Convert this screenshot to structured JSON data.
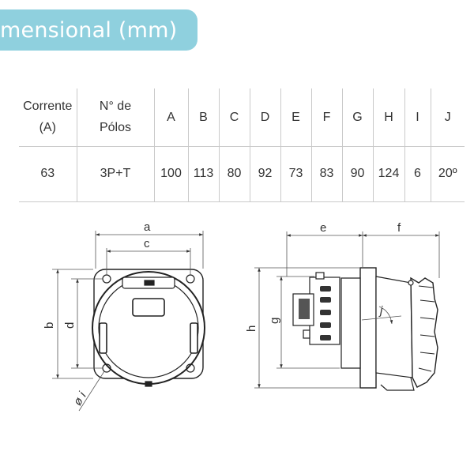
{
  "banner": {
    "title": "mensional (mm)"
  },
  "table": {
    "headers": [
      "Corrente (A)",
      "N° de Pólos",
      "A",
      "B",
      "C",
      "D",
      "E",
      "F",
      "G",
      "H",
      "I",
      "J"
    ],
    "header_lines": [
      [
        "Corrente",
        "(A)"
      ],
      [
        "N° de",
        "Pólos"
      ]
    ],
    "row": [
      "63",
      "3P+T",
      "100",
      "113",
      "80",
      "92",
      "73",
      "83",
      "90",
      "124",
      "6",
      "20º"
    ]
  },
  "labels": {
    "a": "a",
    "b": "b",
    "c": "c",
    "d": "d",
    "e": "e",
    "f": "f",
    "g": "g",
    "h": "h",
    "j": "j",
    "phi_i": "ø i"
  }
}
